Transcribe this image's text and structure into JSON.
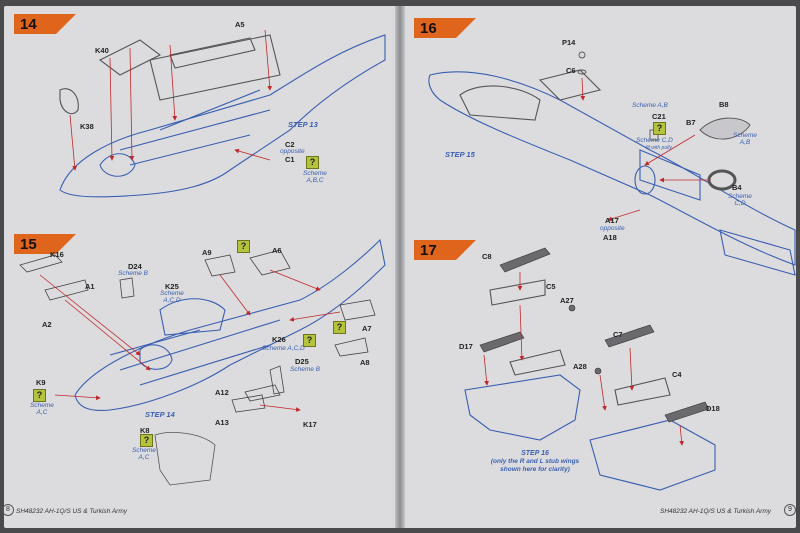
{
  "steps": {
    "s14": {
      "number": "14",
      "labels": {
        "a5": "A5",
        "k40": "K40",
        "k38": "K38",
        "c2": "C2",
        "c1": "C1",
        "opposite": "opposite",
        "step": "STEP 13"
      },
      "scheme": "Scheme\nA,B,C"
    },
    "s15": {
      "number": "15",
      "labels": {
        "k16": "K16",
        "a1": "A1",
        "a2": "A2",
        "d24": "D24",
        "k25": "K25",
        "a9": "A9",
        "a6": "A6",
        "a7": "A7",
        "a8": "A8",
        "k26": "K26",
        "d25": "D25",
        "a12": "A12",
        "a13": "A13",
        "k17": "K17",
        "k9": "K9",
        "k8": "K8",
        "step": "STEP 14"
      },
      "schemes": {
        "d24": "Scheme B",
        "k25": "Scheme\nA,C,D",
        "k26": "Scheme A,C,D",
        "d25": "Scheme B",
        "k9": "Scheme\nA,C",
        "k8": "Scheme\nA,C"
      }
    },
    "s16": {
      "number": "16",
      "labels": {
        "p14": "P14",
        "c6": "C6",
        "c21": "C21",
        "b8": "B8",
        "b7": "B7",
        "b4": "B4",
        "a17": "A17",
        "opposite": "opposite",
        "a18": "A18",
        "step": "STEP 15"
      },
      "schemes": {
        "ab": "Scheme A,B",
        "cd": "Scheme C,D",
        "withpully": "fit with pully",
        "b8": "Scheme\nA,B",
        "b4": "Scheme\nC,D"
      }
    },
    "s17": {
      "number": "17",
      "labels": {
        "c8": "C8",
        "c5": "C5",
        "a27": "A27",
        "d17": "D17",
        "c7": "C7",
        "a28": "A28",
        "c4": "C4",
        "d18": "D18"
      },
      "note": {
        "line1": "STEP 16",
        "line2": "(only the R and L stub wings",
        "line3": "shown here for clarity)"
      }
    }
  },
  "footer": {
    "left": "SH48232 AH-1Q/S US & Turkish Army",
    "right": "SH48232 AH-1Q/S US & Turkish Army",
    "page_left": "8",
    "page_right": "9"
  },
  "icons": {
    "question": "?"
  },
  "colors": {
    "tab": "#e0651c",
    "outline": "#3a5fb0",
    "arrow": "#c0282a",
    "question_box": "#b5c33c"
  }
}
